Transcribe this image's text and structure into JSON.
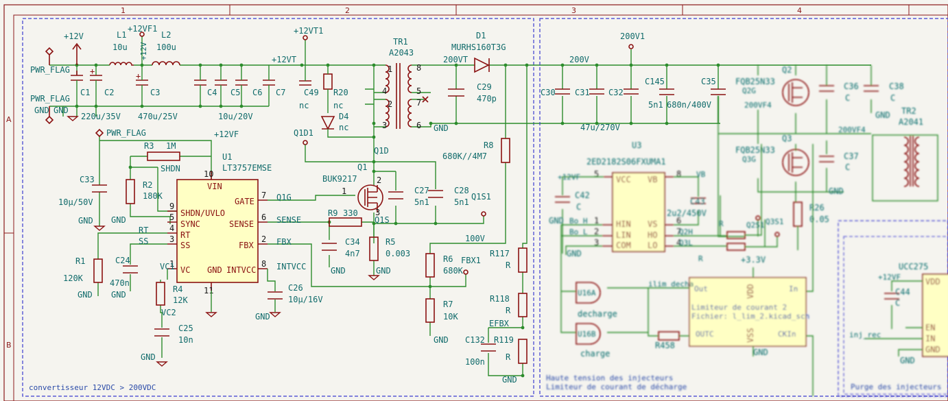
{
  "frame": {
    "columns": [
      "1",
      "2",
      "3",
      "4"
    ],
    "rows": [
      "A",
      "B"
    ]
  },
  "sheets": {
    "left_title": "convertisseur 12VDC > 200VDC",
    "right_title_1": "Haute tension des injecteurs",
    "right_title_2": "Limiteur de courant de décharge",
    "far_right_title": "Purge des injecteurs"
  },
  "nets": {
    "p12v": "+12V",
    "p12vf1": "+12VF1",
    "p12v_vert": "+12V",
    "p12vt": "+12VT",
    "p12vt1": "+12VT1",
    "p12vf": "+12VF",
    "pwr_flag_1": "PWR_FLAG",
    "pwr_flag_2": "PWR_FLAG",
    "pwr_flag_3": "PWR_FLAG",
    "gnd": "GND",
    "nc1": "nc",
    "nc2": "nc",
    "nc3": "nc",
    "q1d1": "Q1D1",
    "q1d": "Q1D",
    "q1g": "Q1G",
    "q1s": "Q1S",
    "q1s1": "Q1S1",
    "shdn": "SHDN",
    "rt": "RT",
    "ss": "SS",
    "vc1": "VC1",
    "vc2": "VC2",
    "sense": "SENSE",
    "fbx": "FBX",
    "fbx1": "FBX1",
    "intvcc": "INTVCC",
    "n100v": "100V",
    "efbx": "EFBX",
    "n200vt": "200VT",
    "n200v": "200V",
    "n200v1": "200V1",
    "n200vf4a": "200VF4",
    "n200vf4b": "200VF4",
    "q2h": "Q2H",
    "q3l": "Q3L",
    "q2s1": "Q2S1",
    "q3s1": "Q3S1",
    "p33v": "+3.3V",
    "ilim": "ilim_decha",
    "injrec": "inj_rec",
    "q2g": "Q2G",
    "q3g": "Q3G",
    "p12vf_u3": "+12VF",
    "p12vf_u4": "+12VF",
    "ho_h": "Bo_H",
    "bo_l": "Bo_L",
    "decharge": "decharge",
    "charge": "charge"
  },
  "parts": {
    "L1": {
      "ref": "L1",
      "val": "10u"
    },
    "L2": {
      "ref": "L2",
      "val": "100u"
    },
    "C1": {
      "ref": "C1",
      "val": "220u/35V"
    },
    "C2": {
      "ref": "C2"
    },
    "C3": {
      "ref": "C3",
      "val": "470u/25V"
    },
    "C4": {
      "ref": "C4"
    },
    "C5": {
      "ref": "C5"
    },
    "C6": {
      "ref": "C6"
    },
    "C7": {
      "ref": "C7"
    },
    "C4_7": {
      "val": "10u/20V"
    },
    "C49": {
      "ref": "C49"
    },
    "R20": {
      "ref": "R20"
    },
    "D4": {
      "ref": "D4"
    },
    "TR1": {
      "ref": "TR1",
      "val": "A2043"
    },
    "D1": {
      "ref": "D1",
      "val": "MURHS160T3G"
    },
    "C29": {
      "ref": "C29",
      "val": "470p"
    },
    "R8": {
      "ref": "R8",
      "val": "680K//4M7"
    },
    "R3": {
      "ref": "R3",
      "val": "1M"
    },
    "U1": {
      "ref": "U1",
      "val": "LT3757EMSE"
    },
    "C33": {
      "ref": "C33",
      "val": "10µ/50V"
    },
    "R2": {
      "ref": "R2",
      "val": "180K"
    },
    "Q1": {
      "ref": "Q1",
      "val": "BUK9217"
    },
    "C27": {
      "ref": "C27",
      "val": "5n1"
    },
    "C28": {
      "ref": "C28",
      "val": "5n1"
    },
    "R9": {
      "ref": "R9",
      "val": "330"
    },
    "C34": {
      "ref": "C34",
      "val": "4n7"
    },
    "R5": {
      "ref": "R5",
      "val": "0.003"
    },
    "R6": {
      "ref": "R6",
      "val": "680K"
    },
    "R7": {
      "ref": "R7",
      "val": "10K"
    },
    "R1": {
      "ref": "R1",
      "val": "120K"
    },
    "C24": {
      "ref": "C24",
      "val": "470n"
    },
    "R4": {
      "ref": "R4",
      "val": "12K"
    },
    "C25": {
      "ref": "C25",
      "val": "10n"
    },
    "C26": {
      "ref": "C26",
      "val": "10µ/16V"
    },
    "R117": {
      "ref": "R117",
      "val": "R"
    },
    "R118": {
      "ref": "R118",
      "val": "R"
    },
    "R119": {
      "ref": "R119",
      "val": "R"
    },
    "C132": {
      "ref": "C132",
      "val": "100n"
    },
    "C30": {
      "ref": "C30"
    },
    "C31": {
      "ref": "C31"
    },
    "C32": {
      "ref": "C32"
    },
    "C30_32": {
      "val": "47u/270V"
    },
    "C145": {
      "ref": "C145",
      "val": "5n1"
    },
    "C35": {
      "ref": "C35",
      "val": "680n/400V"
    },
    "Q2": {
      "ref": "Q2",
      "val": "FQB25N33"
    },
    "Q3": {
      "ref": "Q3",
      "val": "FQB25N33"
    },
    "C36": {
      "ref": "C36",
      "val": "C"
    },
    "C38": {
      "ref": "C38",
      "val": "C"
    },
    "C37": {
      "ref": "C37",
      "val": "C"
    },
    "TR2": {
      "ref": "TR2",
      "val": "A2041"
    },
    "U3": {
      "ref": "U3",
      "val": "2ED2182S06FXUMA1"
    },
    "C42": {
      "ref": "C42",
      "val": "C"
    },
    "C43": {
      "ref": "C43",
      "val": "2u2/450V"
    },
    "R26": {
      "ref": "R26",
      "val": "0.05"
    },
    "R14": {
      "ref": "R",
      "val": "R"
    },
    "R458": {
      "ref": "R458"
    },
    "U16A": {
      "ref": "U16A"
    },
    "U16B": {
      "ref": "U16B"
    },
    "C44": {
      "ref": "C44",
      "val": "C"
    },
    "U4": {
      "ref": "UCC275"
    }
  },
  "u1_pins": {
    "vin": "VIN",
    "shdn": "SHDN/UVLO",
    "sync": "SYNC",
    "rt": "RT",
    "ss": "SS",
    "vc": "VC",
    "gnd": "GND",
    "intvcc": "INTVCC",
    "fbx": "FBX",
    "sense": "SENSE",
    "gate": "GATE",
    "n10": "10",
    "n9": "9",
    "n5": "5",
    "n4": "4",
    "n3": "3",
    "n1": "1",
    "n11": "11",
    "n8": "8",
    "n2": "2",
    "n6": "6",
    "n7": "7"
  },
  "u3_pins": {
    "vcc": "VCC",
    "vb": "VB",
    "hin": "HIN",
    "lin": "LIN",
    "com": "COM",
    "vs": "VS",
    "ho": "HO",
    "lo": "LO",
    "n5": "5",
    "n8": "8",
    "n1": "1",
    "n2": "2",
    "n3": "3",
    "n6": "6",
    "n7": "7",
    "n4": "4"
  },
  "limiter": {
    "out": "Out",
    "in": "In",
    "outc": "OUTC",
    "ckin": "CKIn",
    "vdd": "VDD",
    "vss": "VSS",
    "name": "Limiteur de courant 2",
    "file": "Fichier: l_lim_2.kicad_sch"
  },
  "u4_pins": {
    "vdd": "VDD",
    "en": "EN",
    "in": "IN",
    "gnd": "GND"
  },
  "tr_pins": {
    "p1": "1",
    "p2": "2",
    "p3": "3",
    "p4": "4",
    "p5": "5",
    "p6": "6",
    "p7": "7",
    "p8": "8"
  },
  "q1_pins": {
    "p1": "1",
    "p2": "2",
    "p3": "3"
  },
  "icons": [
    "power-flag-icon",
    "gnd-symbol-icon",
    "power-arrow-icon",
    "no-connect-icon"
  ]
}
